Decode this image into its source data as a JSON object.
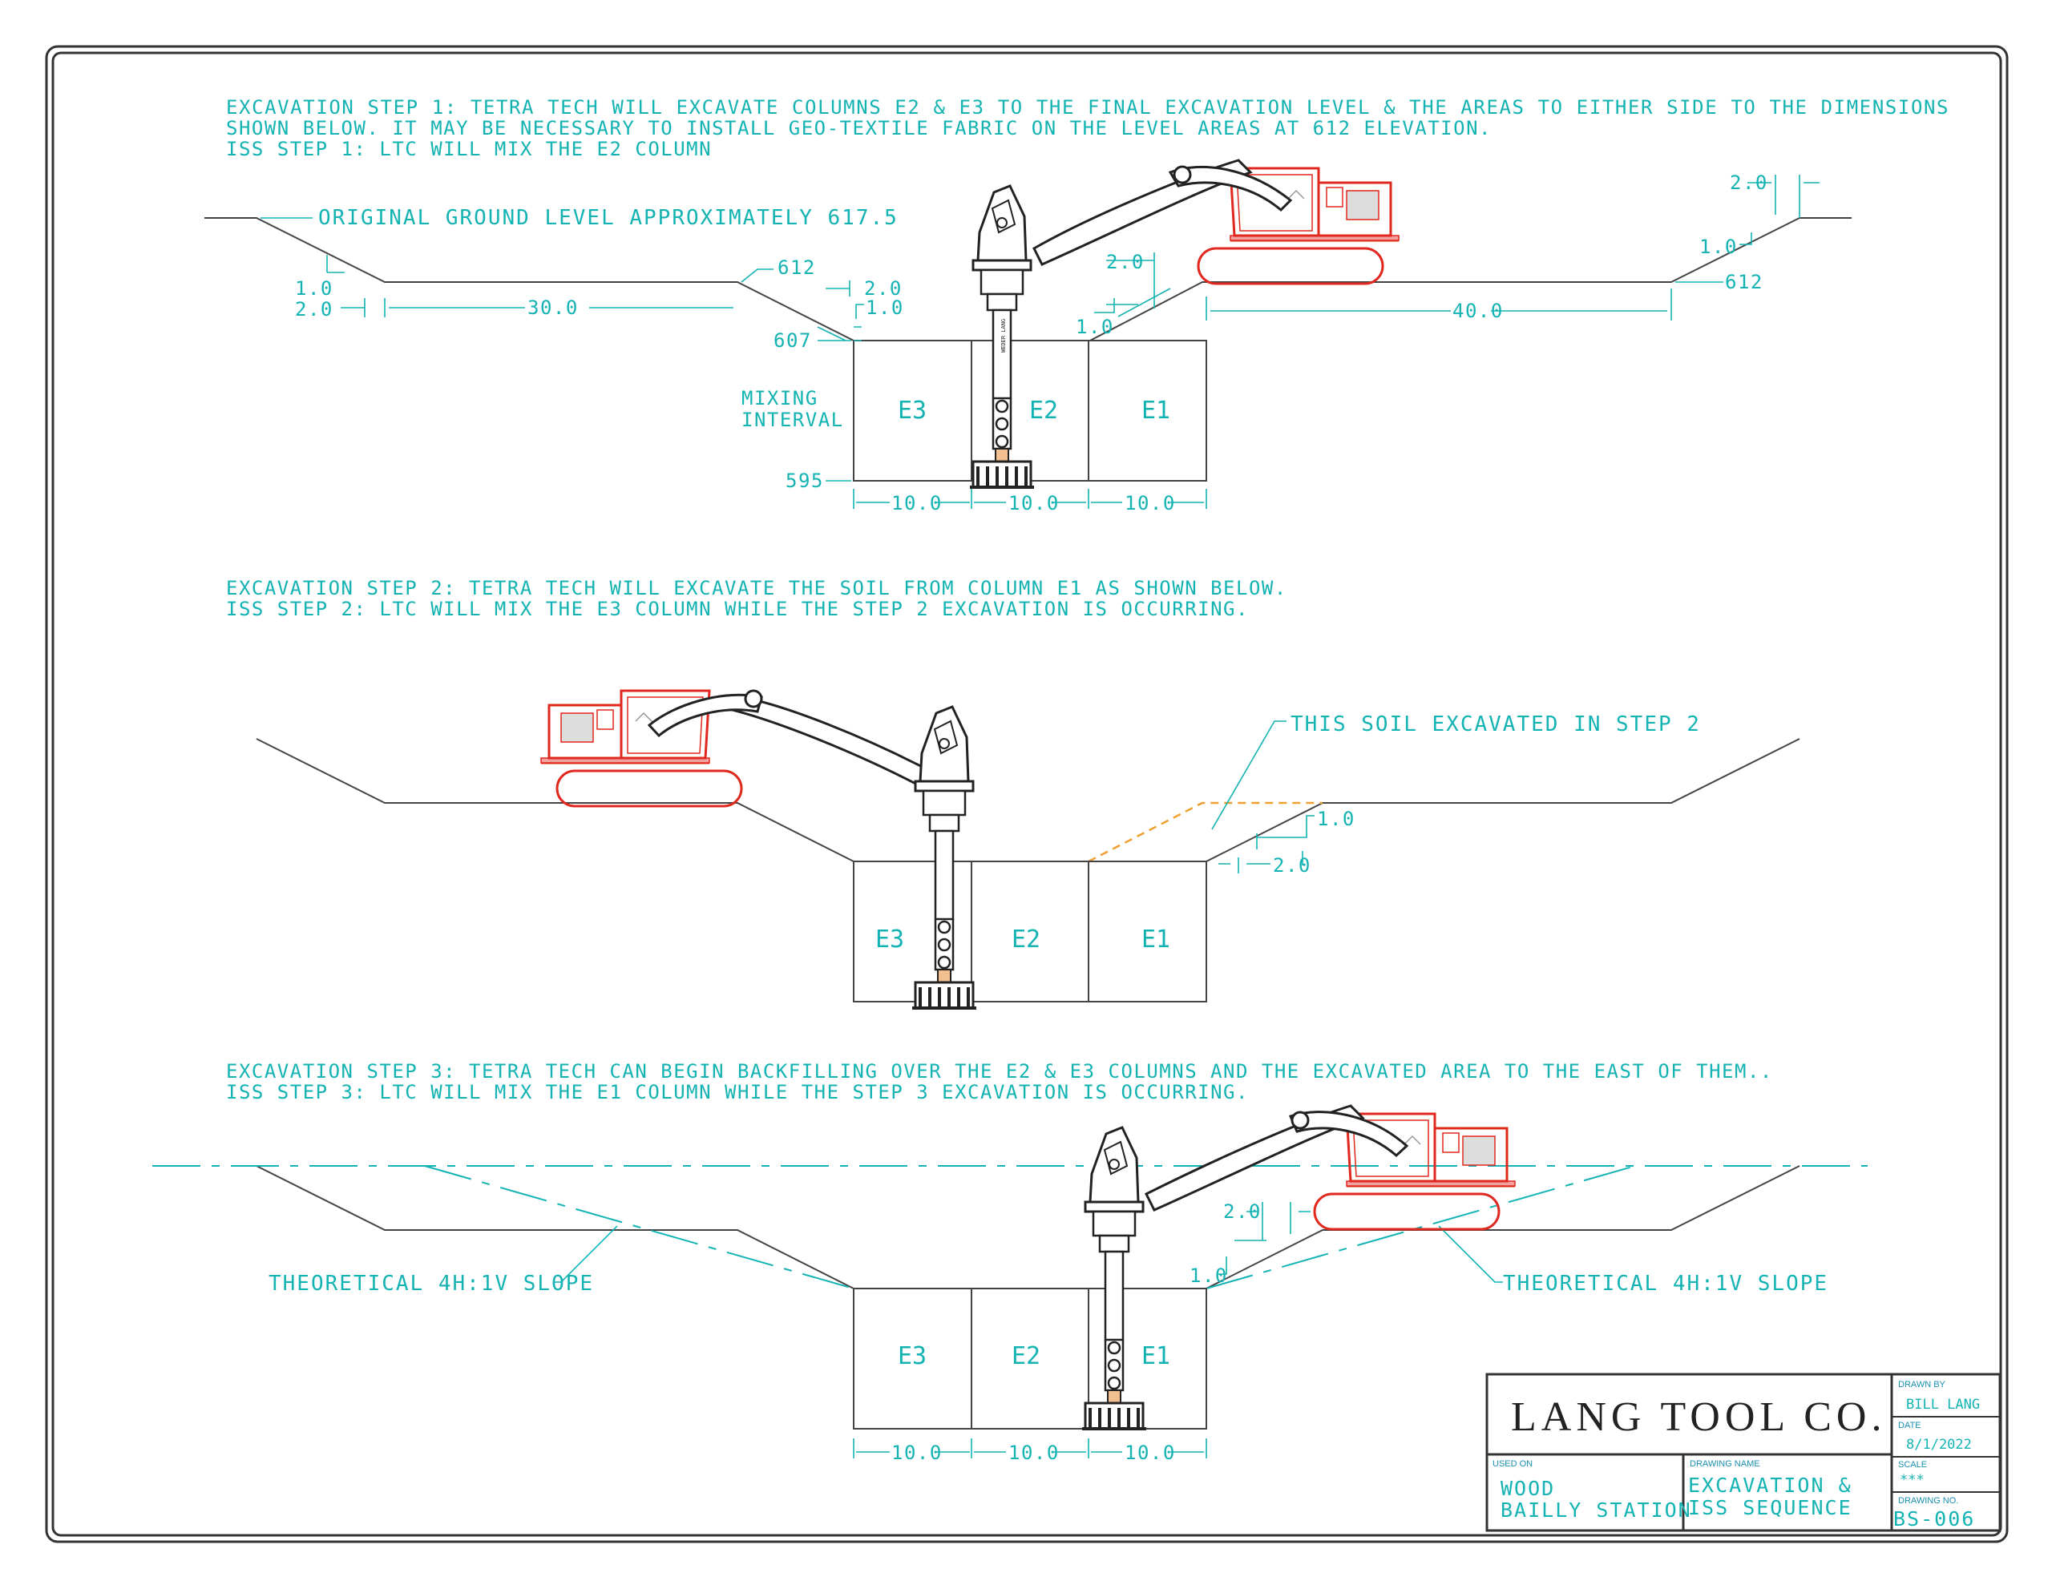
{
  "notes": {
    "step1": [
      "EXCAVATION STEP 1: TETRA TECH WILL EXCAVATE COLUMNS E2 & E3 TO THE FINAL EXCAVATION LEVEL & THE AREAS TO EITHER SIDE TO THE DIMENSIONS",
      "SHOWN BELOW.  IT MAY BE NECESSARY TO INSTALL GEO-TEXTILE FABRIC ON THE LEVEL AREAS AT 612 ELEVATION.",
      "ISS STEP 1: LTC WILL MIX THE E2 COLUMN"
    ],
    "step2": [
      "EXCAVATION STEP 2: TETRA TECH WILL EXCAVATE THE SOIL FROM COLUMN E1 AS SHOWN BELOW.",
      "ISS STEP 2: LTC WILL MIX THE E3 COLUMN WHILE THE STEP 2 EXCAVATION IS OCCURRING."
    ],
    "step3": [
      "EXCAVATION STEP 3: TETRA TECH CAN BEGIN BACKFILLING OVER THE E2 & E3 COLUMNS AND THE EXCAVATED AREA TO THE EAST OF THEM..",
      "ISS STEP 3: LTC WILL MIX THE E1 COLUMN WHILE THE STEP 3 EXCAVATION IS OCCURRING."
    ]
  },
  "section1": {
    "ground_label": "ORIGINAL GROUND LEVEL APPROXIMATELY 617.5",
    "elev_612": "612",
    "elev_612_right": "612",
    "elev_607": "607",
    "elev_595": "595",
    "mixing_1": "MIXING",
    "mixing_2": "INTERVAL",
    "dim_30": "30.0",
    "dim_40": "40.0",
    "dim_2_left": "2.0",
    "dim_1_left": "1.0",
    "dim_2_inner": "2.0",
    "dim_1_inner": "1.0",
    "dim_2_rexc": "2.0",
    "dim_1_rexc": "1.0",
    "dim_2_far": "2.0",
    "dim_1_far": "1.0",
    "col_dims": [
      "10.0",
      "10.0",
      "10.0"
    ],
    "columns": [
      "E3",
      "E2",
      "E1"
    ]
  },
  "section2": {
    "soil_label": "THIS SOIL EXCAVATED IN STEP 2",
    "dim_1": "1.0",
    "dim_2": "2.0",
    "columns": [
      "E3",
      "E2",
      "E1"
    ]
  },
  "section3": {
    "slope_left": "THEORETICAL 4H:1V SLOPE",
    "slope_right": "THEORETICAL 4H:1V SLOPE",
    "dim_2": "2.0",
    "dim_1": "1.0",
    "col_dims": [
      "10.0",
      "10.0",
      "10.0"
    ],
    "columns": [
      "E3",
      "E2",
      "E1"
    ]
  },
  "equipment": {
    "mast_text": "WEDER LANG"
  },
  "title_block": {
    "company": "LANG TOOL CO.",
    "drawn_by_label": "DRAWN BY",
    "drawn_by": "BILL LANG",
    "date_label": "DATE",
    "date": "8/1/2022",
    "scale_label": "SCALE",
    "scale": "***",
    "drawing_no_label": "DRAWING NO.",
    "drawing_no": "BS-006",
    "used_on_label": "USED ON",
    "used_on_1": "WOOD",
    "used_on_2": "BAILLY STATION",
    "drawing_name_label": "DRAWING NAME",
    "drawing_name_1": "EXCAVATION &",
    "drawing_name_2": "ISS SEQUENCE"
  },
  "colors": {
    "annotation": "#14b3b3",
    "outline": "#444444",
    "excavator": "#e0281e",
    "excavated_soil": "#f0a030"
  }
}
